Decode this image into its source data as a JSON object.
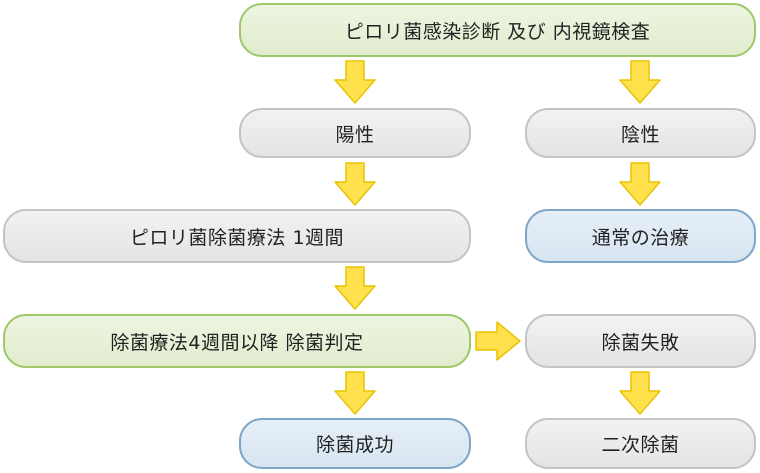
{
  "nodes": {
    "diagnosis": "ピロリ菌感染診断 及び 内視鏡検査",
    "positive": "陽性",
    "negative": "陰性",
    "eradication_therapy": "ピロリ菌除菌療法 1週間",
    "normal_treatment": "通常の治療",
    "judgement": "除菌療法4週間以降 除菌判定",
    "eradication_failure": "除菌失敗",
    "eradication_success": "除菌成功",
    "secondary_eradication": "二次除菌"
  },
  "colors": {
    "gray_fill": "#e8e8e8",
    "gray_border": "#c4c4c4",
    "green_fill": "#e6efd6",
    "green_border": "#9fc86a",
    "blue_fill": "#dde9f4",
    "blue_border": "#7fa6c9",
    "arrow_fill": "#ffe14d",
    "arrow_border": "#e9c300"
  }
}
